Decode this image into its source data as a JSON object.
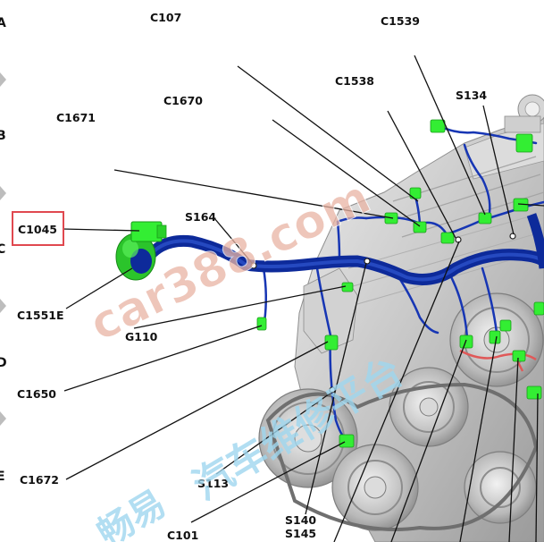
{
  "zones": [
    "A",
    "B",
    "C",
    "D",
    "E"
  ],
  "callouts": {
    "c107": "C107",
    "c1539": "C1539",
    "c1538": "C1538",
    "c1670": "C1670",
    "c1671": "C1671",
    "s134": "S134",
    "s164": "S164",
    "c1045": "C1045",
    "c1551e": "C1551E",
    "g110": "G110",
    "c1650": "C1650",
    "c1672": "C1672",
    "s113": "S113",
    "c101": "C101",
    "s140": "S140",
    "s145": "S145"
  },
  "highlighted_callout": "C1045",
  "watermark": {
    "url": "car388.com",
    "chinese": "汽车维修平台",
    "chinese_partial": "畅易"
  },
  "colors": {
    "harness": "#1736b4",
    "connector": "#33ee33",
    "highlight_box": "#e0484f",
    "red_wire": "#e05858",
    "engine": "#c9c9c9",
    "watermark_url": "#e9b4a4",
    "watermark_cn": "#9fd7ef"
  }
}
